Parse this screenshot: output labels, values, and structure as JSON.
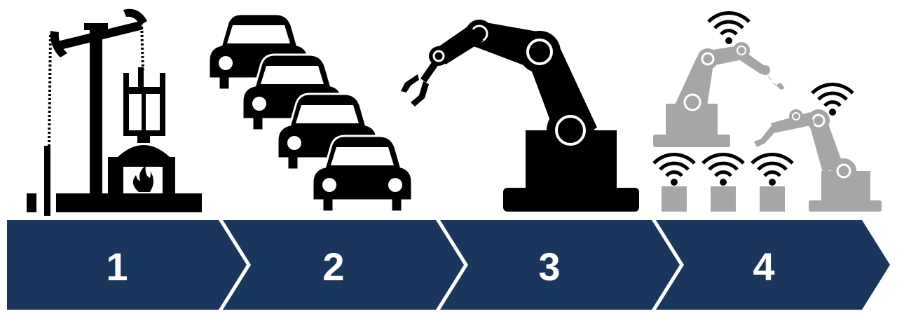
{
  "colors": {
    "arrow_fill": "#1b365d",
    "icon_black": "#000000",
    "icon_gray": "#a6a6a6",
    "background": "#ffffff"
  },
  "stages": [
    {
      "number": "1",
      "icon": "steam-engine-icon"
    },
    {
      "number": "2",
      "icon": "mass-production-cars-icon"
    },
    {
      "number": "3",
      "icon": "industrial-robot-arm-icon"
    },
    {
      "number": "4",
      "icon": "connected-robots-wifi-icon"
    }
  ]
}
